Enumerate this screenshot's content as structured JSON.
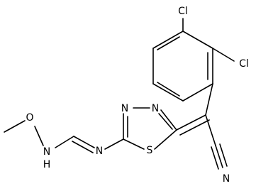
{
  "molecule": {
    "atoms": {
      "cl_top": "Cl",
      "cl_right": "Cl",
      "n_ring_left": "N",
      "n_ring_right": "N",
      "s_ring": "S",
      "n_imine": "N",
      "n_amine": "N",
      "h_amine": "H",
      "o_methoxy": "O",
      "n_nitrile": "N"
    }
  }
}
